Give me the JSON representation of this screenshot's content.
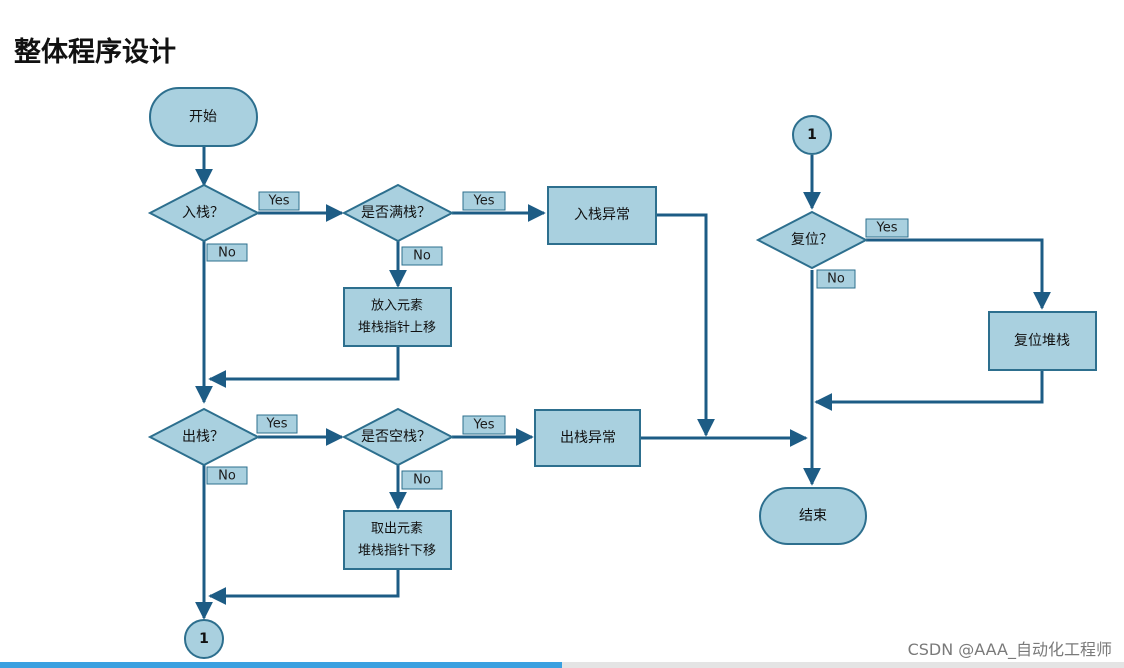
{
  "page": {
    "title": "整体程序设计"
  },
  "watermark": "CSDN @AAA_自动化工程师",
  "video": {
    "progress_percent": 50
  },
  "colors": {
    "shape_fill": "#a9d0df",
    "shape_stroke": "#2d6f8e",
    "arrow": "#1d5c85",
    "tag_fill": "#a9d0df",
    "progress": "#3aa0e0"
  },
  "diagram": {
    "nodes": {
      "start": "开始",
      "push_decision": "入栈？",
      "full_decision": "是否满栈？",
      "push_error": "入栈异常",
      "push_action_line1": "放入元素",
      "push_action_line2": "堆栈指针上移",
      "pop_decision": "出栈？",
      "empty_decision": "是否空栈？",
      "pop_error": "出栈异常",
      "pop_action_line1": "取出元素",
      "pop_action_line2": "堆栈指针下移",
      "connector_bottom": "1",
      "connector_top": "1",
      "reset_decision": "复位？",
      "reset_action": "复位堆栈",
      "end": "结束"
    },
    "tags": {
      "yes": "Yes",
      "no": "No"
    }
  }
}
